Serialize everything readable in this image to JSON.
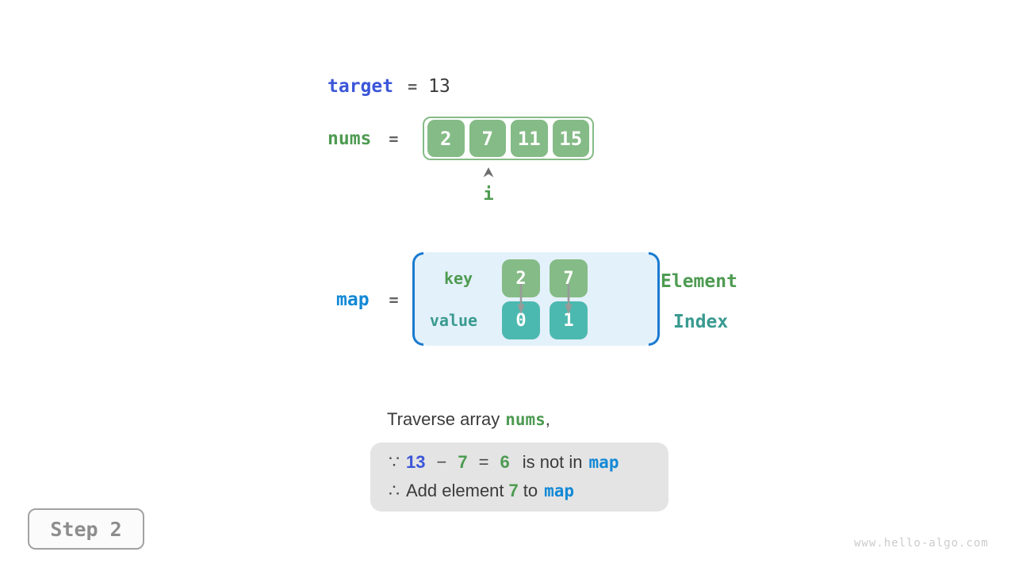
{
  "palette": {
    "green_fill": "#85bb86",
    "teal_fill": "#4cb9b0",
    "green_text": "#4e9b52",
    "teal_text": "#399a90",
    "indigo_text": "#3c56d9",
    "azure_text": "#1389d6",
    "bracket_blue": "#1a7ad0",
    "panel_blue_bg": "#e3f1fa",
    "gray_box_bg": "#e4e4e4",
    "dark_text": "#3b3b3b",
    "arrow_gray": "#9a9a9a"
  },
  "header": {
    "target_label": "target",
    "equals": "=",
    "target_value": "13"
  },
  "nums": {
    "label": "nums",
    "equals": "=",
    "values": [
      "2",
      "7",
      "11",
      "15"
    ],
    "pointer_label": "i",
    "pointer_index": 1
  },
  "map": {
    "label": "map",
    "equals": "=",
    "key_label": "key",
    "value_label": "value",
    "keys": [
      "2",
      "7"
    ],
    "values": [
      "0",
      "1"
    ],
    "element_label": "Element",
    "index_label": "Index"
  },
  "caption": {
    "prefix": "Traverse array",
    "array_name": "nums",
    "suffix": ","
  },
  "conclusion": {
    "line1": {
      "because": "∵",
      "target": "13",
      "minus": "−",
      "num": "7",
      "equals": "=",
      "diff": "6",
      "text": "is not in",
      "map": "map"
    },
    "line2": {
      "therefore": "∴",
      "text1": "Add element",
      "num": "7",
      "text2": "to",
      "map": "map"
    }
  },
  "step_badge": "Step 2",
  "watermark": "www.hello-algo.com"
}
